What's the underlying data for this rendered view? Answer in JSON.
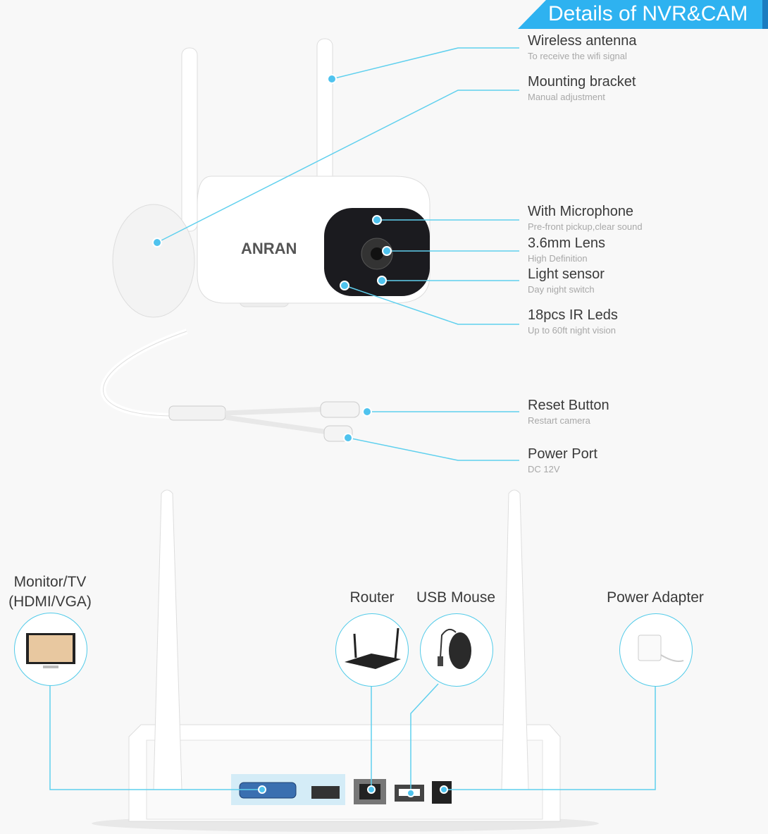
{
  "header": {
    "title": "Details of NVR&CAM"
  },
  "camera": {
    "brand": "ANRAN",
    "features": [
      {
        "title": "Wireless antenna",
        "subtitle": "To receive the wifi signal"
      },
      {
        "title": "Mounting bracket",
        "subtitle": "Manual adjustment"
      },
      {
        "title": "With Microphone",
        "subtitle": "Pre-front pickup,clear sound"
      },
      {
        "title": "3.6mm Lens",
        "subtitle": "High Definition"
      },
      {
        "title": "Light sensor",
        "subtitle": "Day night switch"
      },
      {
        "title": "18pcs IR Leds",
        "subtitle": "Up to 60ft night vision"
      },
      {
        "title": "Reset Button",
        "subtitle": "Restart camera"
      },
      {
        "title": "Power Port",
        "subtitle": "DC 12V"
      }
    ]
  },
  "nvr": {
    "connections": [
      {
        "label": "Monitor/TV\n(HDMI/VGA)",
        "line1": "Monitor/TV",
        "line2": "(HDMI/VGA)"
      },
      {
        "label": "Router"
      },
      {
        "label": "USB Mouse"
      },
      {
        "label": "Power Adapter"
      }
    ]
  },
  "colors": {
    "accent": "#2eb2f0",
    "callout": "#5fd0ee"
  }
}
